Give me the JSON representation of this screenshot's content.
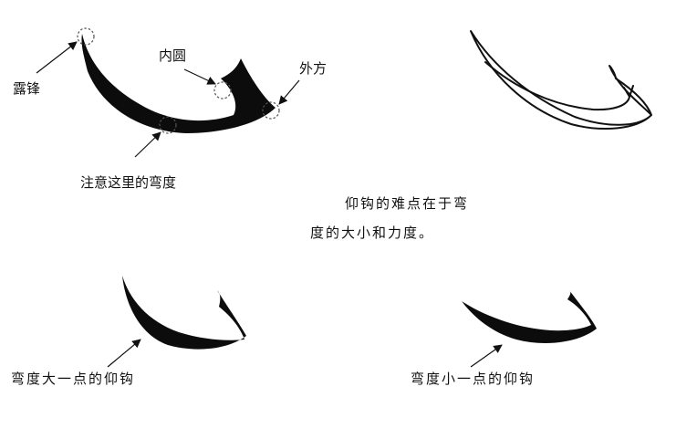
{
  "labels": {
    "lu_feng": "露锋",
    "nei_yuan": "内圆",
    "wai_fang": "外方",
    "zhu_yi": "注意这里的弯度"
  },
  "note": {
    "line1": "仰钩的难点在于弯",
    "line2": "度的大小和力度。"
  },
  "captions": {
    "bigger_curve": "弯度大一点的仰钩",
    "smaller_curve": "弯度小一点的仰钩"
  },
  "colors": {
    "ink": "#0c0c0c",
    "background": "#ffffff"
  }
}
